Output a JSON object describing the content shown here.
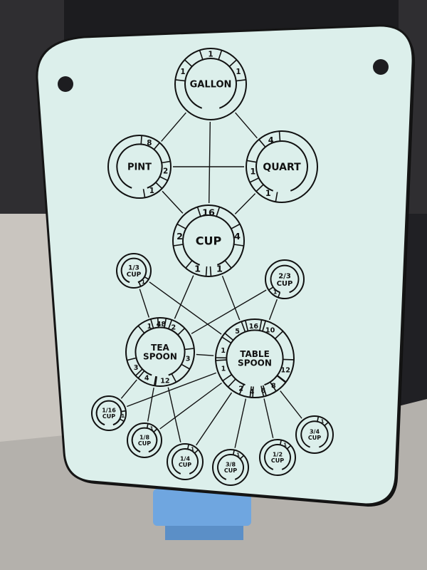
{
  "colors": {
    "plate": "#dcefeb",
    "ink": "#111111",
    "stand": "#6fa6e0",
    "table": "#b4b1ac",
    "background": "#2f2e31"
  },
  "nodes": [
    {
      "id": "gallon",
      "lines": [
        "GALLON"
      ],
      "segments": [
        "1",
        "1",
        "1"
      ]
    },
    {
      "id": "pint",
      "lines": [
        "PINT"
      ],
      "segments": [
        "8",
        "2",
        "1"
      ]
    },
    {
      "id": "quart",
      "lines": [
        "QUART"
      ],
      "segments": [
        "4",
        "1",
        "1"
      ]
    },
    {
      "id": "cup",
      "lines": [
        "CUP"
      ],
      "segments": [
        "16",
        "2",
        "4",
        "1",
        "1"
      ]
    },
    {
      "id": "third-cup",
      "lines": [
        "1/3",
        "CUP"
      ],
      "segments": [
        "1"
      ]
    },
    {
      "id": "two-third-cup",
      "lines": [
        "2/3",
        "CUP"
      ],
      "segments": [
        "1"
      ]
    },
    {
      "id": "teaspoon",
      "lines": [
        "TEA",
        "SPOON"
      ],
      "segments": [
        "1",
        "48",
        "2",
        "3",
        "3",
        "4",
        "12"
      ]
    },
    {
      "id": "tablespoon",
      "lines": [
        "TABLE",
        "SPOON"
      ],
      "segments": [
        "5",
        "16",
        "10",
        "1",
        "1",
        "2",
        "4",
        "6",
        "8",
        "12"
      ]
    },
    {
      "id": "sixteenth-cup",
      "lines": [
        "1/16",
        "CUP"
      ],
      "segments": [
        "1"
      ]
    },
    {
      "id": "eighth-cup",
      "lines": [
        "1/8",
        "CUP"
      ],
      "segments": [
        "1"
      ]
    },
    {
      "id": "quarter-cup",
      "lines": [
        "1/4",
        "CUP"
      ],
      "segments": [
        "1"
      ]
    },
    {
      "id": "three-eighth-cup",
      "lines": [
        "3/8",
        "CUP"
      ],
      "segments": [
        "1"
      ]
    },
    {
      "id": "half-cup",
      "lines": [
        "1/2",
        "CUP"
      ],
      "segments": [
        "1"
      ]
    },
    {
      "id": "three-quarter-cup",
      "lines": [
        "3/4",
        "CUP"
      ],
      "segments": [
        "1"
      ]
    }
  ],
  "edges": [
    [
      "gallon",
      "pint"
    ],
    [
      "gallon",
      "quart"
    ],
    [
      "gallon",
      "cup"
    ],
    [
      "pint",
      "quart"
    ],
    [
      "pint",
      "cup"
    ],
    [
      "quart",
      "cup"
    ],
    [
      "cup",
      "teaspoon"
    ],
    [
      "cup",
      "tablespoon"
    ],
    [
      "third-cup",
      "teaspoon"
    ],
    [
      "third-cup",
      "tablespoon"
    ],
    [
      "two-third-cup",
      "teaspoon"
    ],
    [
      "two-third-cup",
      "tablespoon"
    ],
    [
      "teaspoon",
      "tablespoon"
    ],
    [
      "teaspoon",
      "sixteenth-cup"
    ],
    [
      "teaspoon",
      "eighth-cup"
    ],
    [
      "teaspoon",
      "quarter-cup"
    ],
    [
      "tablespoon",
      "sixteenth-cup"
    ],
    [
      "tablespoon",
      "eighth-cup"
    ],
    [
      "tablespoon",
      "quarter-cup"
    ],
    [
      "tablespoon",
      "three-eighth-cup"
    ],
    [
      "tablespoon",
      "half-cup"
    ],
    [
      "tablespoon",
      "three-quarter-cup"
    ]
  ]
}
